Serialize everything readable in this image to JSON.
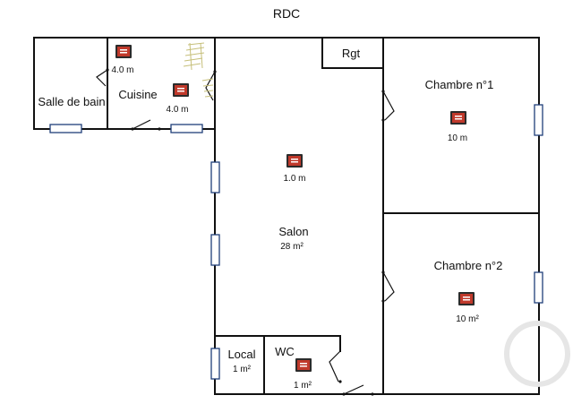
{
  "title": "RDC",
  "rooms": [
    {
      "id": "salle-de-bain",
      "name": "Salle de bain",
      "area": ""
    },
    {
      "id": "cuisine",
      "name": "Cuisine",
      "area": "4.0 m"
    },
    {
      "id": "rgt",
      "name": "Rgt",
      "area": ""
    },
    {
      "id": "chambre-1",
      "name": "Chambre n°1",
      "area": "10 m"
    },
    {
      "id": "salon",
      "name": "Salon",
      "area": "28 m²"
    },
    {
      "id": "chambre-2",
      "name": "Chambre n°2",
      "area": "10 m²"
    },
    {
      "id": "local",
      "name": "Local",
      "area": "1 m²"
    },
    {
      "id": "wc",
      "name": "WC",
      "area": "1 m²"
    }
  ],
  "extra_labels": {
    "salon_height": "1.0 m",
    "cuisine_height": "4.0 m"
  },
  "marker_icon": "radiator-icon",
  "colors": {
    "wall": "#111111",
    "window": "#1f3f7a",
    "marker": "#c0392b",
    "stairs": "#c6bf7a"
  }
}
